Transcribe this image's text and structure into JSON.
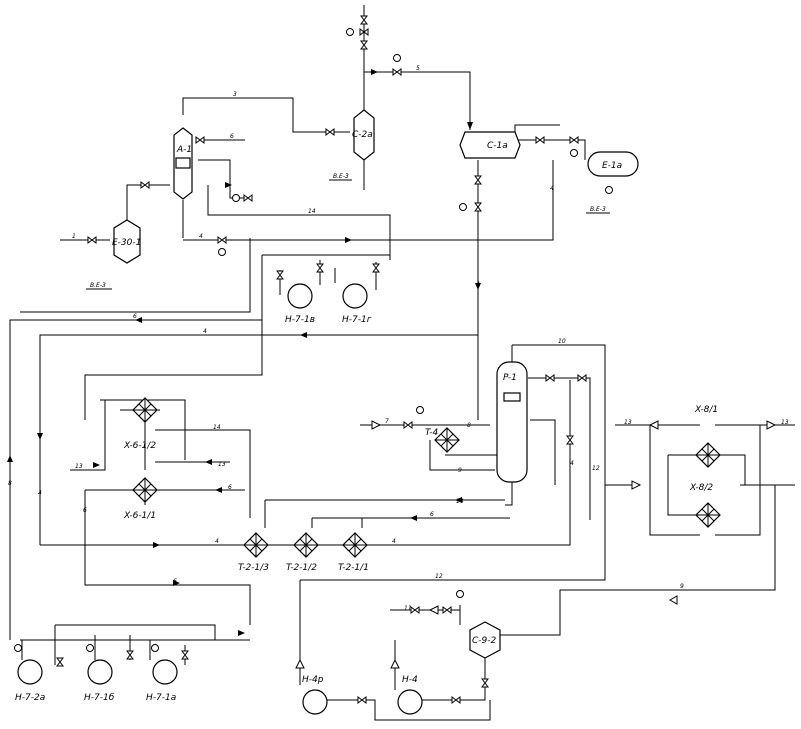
{
  "equipment": {
    "A-1": "A-1",
    "C-2a": "C-2a",
    "C-1a": "C-1a",
    "E-1a": "E-1a",
    "E-30-1": "E-30-1",
    "H-7-1v": "H-7-1в",
    "H-7-1g": "H-7-1г",
    "P-1": "P-1",
    "T-4": "T-4",
    "X-6-1-2": "X-6-1/2",
    "X-6-1-1": "X-6-1/1",
    "T-2-1-3": "T-2-1/3",
    "T-2-1-2": "T-2-1/2",
    "T-2-1-1": "T-2-1/1",
    "X-8-1": "X-8/1",
    "X-8-2": "X-8/2",
    "C-9-2": "C-9-2",
    "H-4p": "H-4p",
    "H-4": "H-4",
    "H-7-2a": "H-7-2a",
    "H-7-1b": "H-7-1б",
    "H-7-1a": "H-7-1a"
  },
  "stream_labels": {
    "s3": "3",
    "s5": "5",
    "s6a": "6",
    "s14a": "14",
    "s4a": "4",
    "s1": "1",
    "s4b": "4",
    "s6b": "6",
    "s4c": "4",
    "s4d": "4",
    "s10": "10",
    "s7": "7",
    "s8a": "8",
    "s9a": "9",
    "s14b": "14",
    "s13a": "13",
    "s13b": "13",
    "s6c": "6",
    "s14c": "14",
    "s6d": "6",
    "s4e": "4",
    "s4f": "4",
    "s12a": "12",
    "s12b": "12",
    "s6e": "6",
    "s9b": "9",
    "s11": "11",
    "s13c": "13",
    "s13d": "13",
    "s8b": "8",
    "s6f": "6",
    "s4g": "4",
    "s4h": "4"
  },
  "offsite_labels": {
    "ve3a": "В.Е-3",
    "ve3b": "В.Е-3",
    "ve3c": "В.Е-3"
  }
}
